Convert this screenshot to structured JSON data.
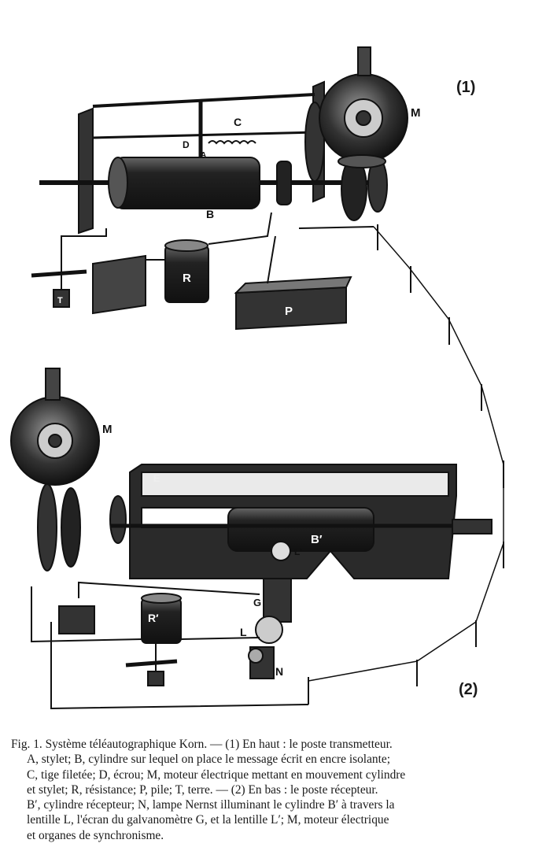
{
  "figure": {
    "part1_number": "(1)",
    "part2_number": "(2)",
    "labels_top": {
      "M": "M",
      "C": "C",
      "D": "D",
      "A": "A",
      "B": "B",
      "R": "R",
      "T": "T",
      "P": "P"
    },
    "labels_bottom": {
      "M": "M",
      "E": "E",
      "B": "B′",
      "L_prime": "L′",
      "G": "G",
      "L": "L",
      "R": "R′",
      "N": "N"
    }
  },
  "caption": {
    "lines": [
      "Fig. 1. Système téléautographique Korn. — (1) En haut : le poste transmetteur.",
      "A, stylet; B, cylindre sur lequel on place le message écrit en encre isolante;",
      "C, tige filetée; D, écrou; M, moteur électrique mettant en mouvement cylindre",
      "et stylet; R, résistance; P, pile; T, terre. — (2) En bas : le poste récepteur.",
      "B′, cylindre récepteur; N, lampe Nernst illuminant le cylindre B′ à travers la",
      "lentille L, l'écran du galvanomètre G, et la lentille L′; M, moteur électrique",
      "et organes de synchronisme."
    ]
  }
}
